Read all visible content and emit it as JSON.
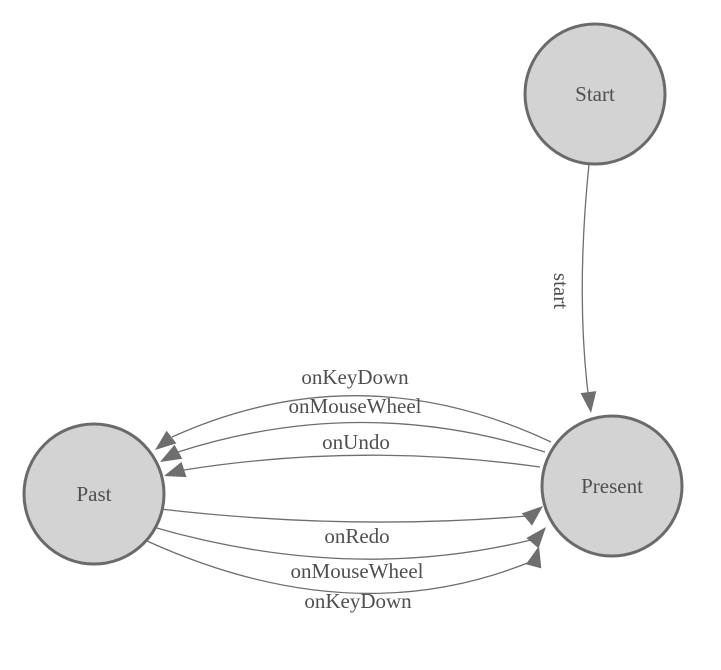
{
  "diagram": {
    "type": "state-machine",
    "nodes": [
      {
        "id": "start",
        "label": "Start"
      },
      {
        "id": "past",
        "label": "Past"
      },
      {
        "id": "present",
        "label": "Present"
      }
    ],
    "edges": [
      {
        "from": "start",
        "to": "present",
        "label": "start"
      },
      {
        "from": "present",
        "to": "past",
        "label": "onKeyDown"
      },
      {
        "from": "present",
        "to": "past",
        "label": "onMouseWheel"
      },
      {
        "from": "present",
        "to": "past",
        "label": "onUndo"
      },
      {
        "from": "past",
        "to": "present",
        "label": "onRedo"
      },
      {
        "from": "past",
        "to": "present",
        "label": "onMouseWheel"
      },
      {
        "from": "past",
        "to": "present",
        "label": "onKeyDown"
      }
    ],
    "colors": {
      "node_fill": "#d3d3d3",
      "node_stroke": "#6a6a6a",
      "edge": "#6e6e6e",
      "label": "#4f4f4f"
    }
  }
}
